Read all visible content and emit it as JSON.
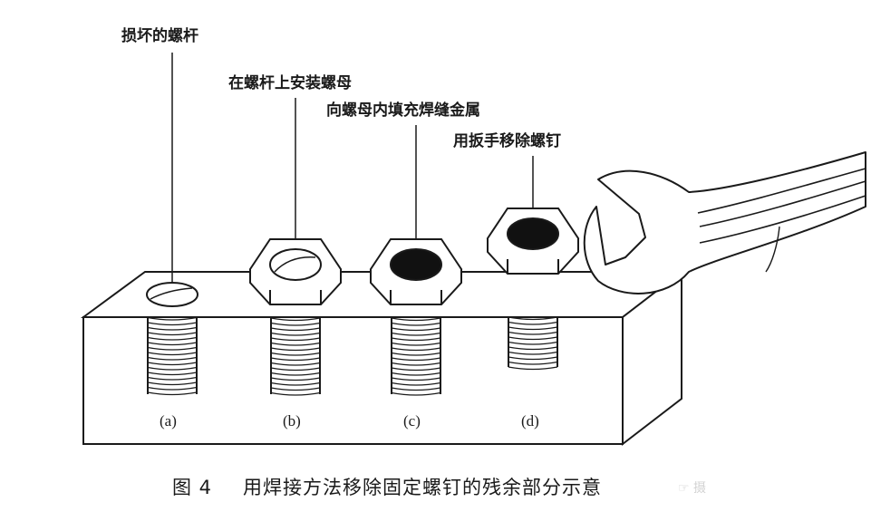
{
  "callouts": {
    "a": "损坏的螺杆",
    "b": "在螺杆上安装螺母",
    "c": "向螺母内填充焊缝金属",
    "d": "用扳手移除螺钉"
  },
  "sublabels": {
    "a": "(a)",
    "b": "(b)",
    "c": "(c)",
    "d": "(d)"
  },
  "caption": {
    "number": "图 4",
    "text": "用焊接方法移除固定螺钉的残余部分示意"
  },
  "watermark": "☞ 摄"
}
